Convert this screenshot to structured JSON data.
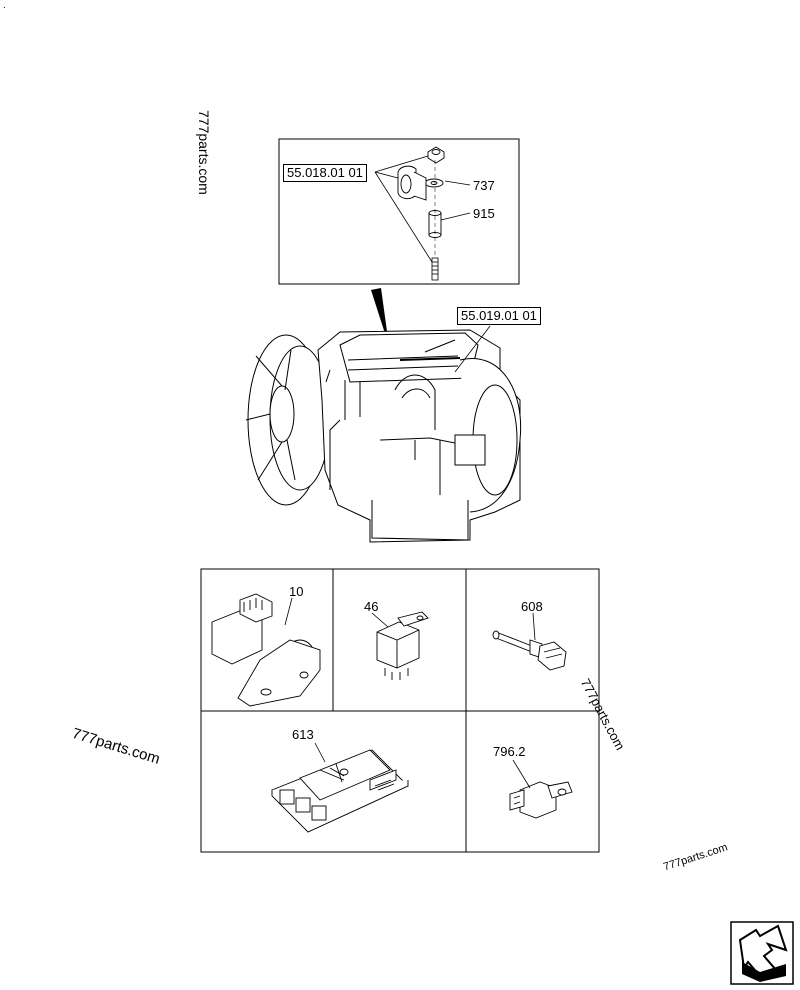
{
  "watermarks": [
    "777parts.com",
    "777parts.com",
    "777parts.com",
    "777parts.com"
  ],
  "detail": {
    "ref_label": "55.018.01 01",
    "callouts": [
      "737",
      "915"
    ]
  },
  "engine": {
    "ref_label": "55.019.01 01"
  },
  "parts_grid": {
    "cells": [
      {
        "number": "10"
      },
      {
        "number": "46"
      },
      {
        "number": "608"
      },
      {
        "number": "613"
      },
      {
        "number": "796.2"
      }
    ]
  },
  "corner_mark": "."
}
